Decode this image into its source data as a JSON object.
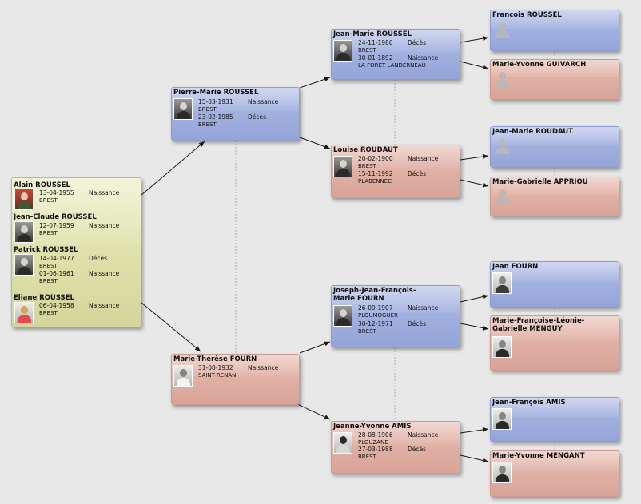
{
  "children_box": {
    "people": [
      {
        "name": "Alain ROUSSEL",
        "events": [
          {
            "date": "13-04-1955",
            "type": "Naissance",
            "place": "BREST"
          }
        ]
      },
      {
        "name": "Jean-Claude ROUSSEL",
        "events": [
          {
            "date": "12-07-1959",
            "type": "Naissance",
            "place": "BREST"
          }
        ]
      },
      {
        "name": "Patrick ROUSSEL",
        "events": [
          {
            "date": "14-04-1977",
            "type": "Décès",
            "place": "BREST"
          },
          {
            "date": "01-06-1961",
            "type": "Naissance",
            "place": "BREST"
          }
        ]
      },
      {
        "name": "Eliane ROUSSEL",
        "events": [
          {
            "date": "06-04-1958",
            "type": "Naissance",
            "place": "BREST"
          }
        ]
      }
    ]
  },
  "gen1": {
    "father": {
      "name": "Pierre-Marie ROUSSEL",
      "events": [
        {
          "date": "15-03-1931",
          "type": "Naissance",
          "place": "BREST"
        },
        {
          "date": "23-02-1985",
          "type": "Décès",
          "place": "BREST"
        }
      ]
    },
    "mother": {
      "name": "Marie-Thérèse FOURN",
      "events": [
        {
          "date": "31-08-1932",
          "type": "Naissance",
          "place": "SAINT-RENAN"
        }
      ]
    }
  },
  "gen2": {
    "ff": {
      "name": "Jean-Marie ROUSSEL",
      "events": [
        {
          "date": "24-11-1980",
          "type": "Décès",
          "place": "BREST"
        },
        {
          "date": "30-01-1892",
          "type": "Naissance",
          "place": "LA FORET LANDERNEAU"
        }
      ]
    },
    "fm": {
      "name": "Louise ROUDAUT",
      "events": [
        {
          "date": "20-02-1900",
          "type": "Naissance",
          "place": "BREST"
        },
        {
          "date": "15-11-1992",
          "type": "Décès",
          "place": "PLABENNEC"
        }
      ]
    },
    "mf": {
      "name": "Joseph-Jean-François-Marie FOURN",
      "events": [
        {
          "date": "26-09-1907",
          "type": "Naissance",
          "place": "PLOUMOGUER"
        },
        {
          "date": "30-12-1971",
          "type": "Décès",
          "place": "BREST"
        }
      ]
    },
    "mm": {
      "name": "Jeanne-Yvonne AMIS",
      "events": [
        {
          "date": "28-08-1906",
          "type": "Naissance",
          "place": "PLOUZANE"
        },
        {
          "date": "27-03-1988",
          "type": "Décès",
          "place": "BREST"
        }
      ]
    }
  },
  "gen3": {
    "fff": {
      "name": "François ROUSSEL"
    },
    "ffm": {
      "name": "Marie-Yvonne GUIVARCH"
    },
    "fmf": {
      "name": "Jean-Marie ROUDAUT"
    },
    "fmm": {
      "name": "Marie-Gabrielle APPRIOU"
    },
    "mff": {
      "name": "Jean FOURN"
    },
    "mfm": {
      "name": "Marie-Françoise-Léonie-Gabrielle MENGUY"
    },
    "mmf": {
      "name": "Jean-François AMIS"
    },
    "mmm": {
      "name": "Marie-Yvonne MENGANT"
    }
  },
  "icons": {
    "portrait": "person-photo-icon",
    "placeholder": "person-silhouette-icon"
  },
  "colors": {
    "male": "#a3b1e0",
    "female": "#e1b1a6",
    "children": "#dcdfa7",
    "background": "#e8e8e8"
  }
}
